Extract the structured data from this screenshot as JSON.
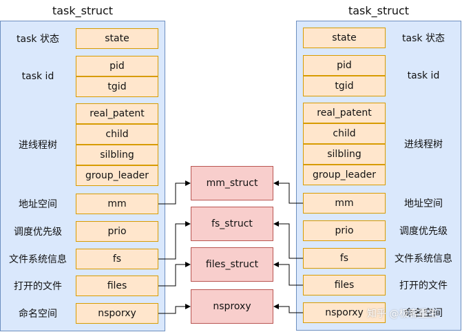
{
  "left": {
    "title": "task_struct",
    "fields": [
      "state",
      "pid",
      "tgid",
      "real_patent",
      "child",
      "silbling",
      "group_leader",
      "mm",
      "prio",
      "fs",
      "files",
      "nsporxy"
    ],
    "labels": [
      "task 状态",
      "task id",
      "进线程树",
      "地址空间",
      "调度优先级",
      "文件系统信息",
      "打开的文件",
      "命名空间"
    ]
  },
  "right": {
    "title": "task_struct",
    "fields": [
      "state",
      "pid",
      "tgid",
      "real_patent",
      "child",
      "silbling",
      "group_leader",
      "mm",
      "prio",
      "fs",
      "files",
      "nsporxy"
    ],
    "labels": [
      "task 状态",
      "task id",
      "进线程树",
      "地址空间",
      "调度优先级",
      "文件系统信息",
      "打开的文件",
      "命名空间"
    ]
  },
  "shared": [
    "mm_struct",
    "fs_struct",
    "files_struct",
    "nsproxy"
  ],
  "watermark": "知乎 @极客重生",
  "colors": {
    "panel": "#dae8fc",
    "panel_border": "#6c8ebf",
    "field": "#ffe6cc",
    "field_border": "#d79b00",
    "shared": "#f8cecc",
    "shared_border": "#b85450"
  }
}
